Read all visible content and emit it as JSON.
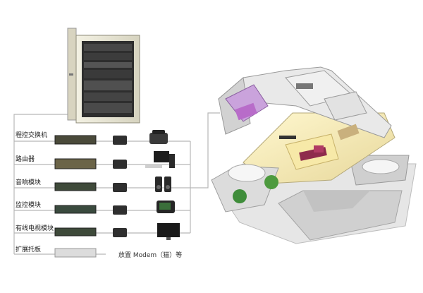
{
  "modules": [
    {
      "label": "程控交换机",
      "device": "telephone-icon"
    },
    {
      "label": "路由器",
      "device": "computer-icon"
    },
    {
      "label": "音响模块",
      "device": "speaker-icon"
    },
    {
      "label": "监控模块",
      "device": "camera-icon"
    },
    {
      "label": "有线电视模块",
      "device": "tv-icon"
    },
    {
      "label": "扩展托板",
      "device": ""
    }
  ],
  "expansion_note": "放置 Modem（猫）等",
  "colors": {
    "line": "#b8b8b8",
    "cabinet": "#e8e6d6",
    "wall": "#d9d9d9",
    "floor": "#f2e6b0",
    "accent_purple": "#b86cc9"
  }
}
